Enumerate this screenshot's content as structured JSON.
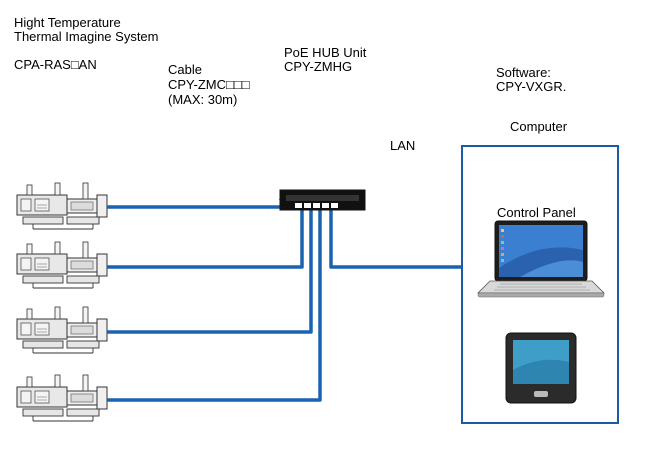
{
  "system": {
    "title_line1": "Hight Temperature",
    "title_line2": "Thermal Imagine System",
    "model": "CPA-RAS□AN"
  },
  "cable": {
    "label": "Cable",
    "model": "CPY-ZMC□□□",
    "max": "(MAX: 30m)"
  },
  "hub": {
    "label": "PoE HUB Unit",
    "model": "CPY-ZMHG"
  },
  "software": {
    "label": "Software:",
    "model": "CPY-VXGR."
  },
  "computer": {
    "label": "Computer"
  },
  "lan": {
    "label": "LAN"
  },
  "control_panel": {
    "label": "Control Panel"
  },
  "colors": {
    "cable": "#1a63b0",
    "frame": "#1a5aa6"
  }
}
